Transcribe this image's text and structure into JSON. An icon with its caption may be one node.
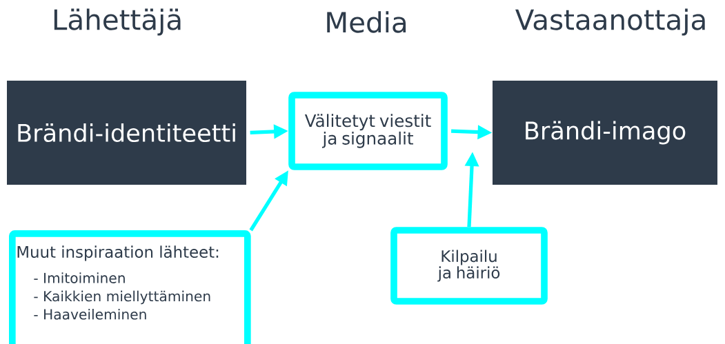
{
  "diagram": {
    "nodes": [
      {
        "text": [
          "Brändi-identiteetti"
        ]
      },
      {
        "text": [
          "Välitetyt viestit ja signaalit"
        ]
      },
      {
        "text": [
          "Brändi-imago"
        ]
      },
      {
        "text": [
          "Muut inspiraation lähteet:",
          "- Imitoiminen",
          "- Kaikkien miellyttäminen",
          "- Haaveileminen"
        ]
      },
      {
        "text": [
          "Kilpailu ja häiriö"
        ]
      }
    ],
    "edges": [
      {
        "from": 0,
        "to": 1,
        "arrow": "to"
      },
      {
        "from": 1,
        "to": 2,
        "arrow": "to"
      },
      {
        "from": 3,
        "to": 1,
        "arrow": "to"
      },
      {
        "from": 4,
        "to": null,
        "arrow": "to"
      }
    ],
    "labels": [
      "Lähettäjä",
      "Media",
      "Vastaanottaja"
    ]
  }
}
